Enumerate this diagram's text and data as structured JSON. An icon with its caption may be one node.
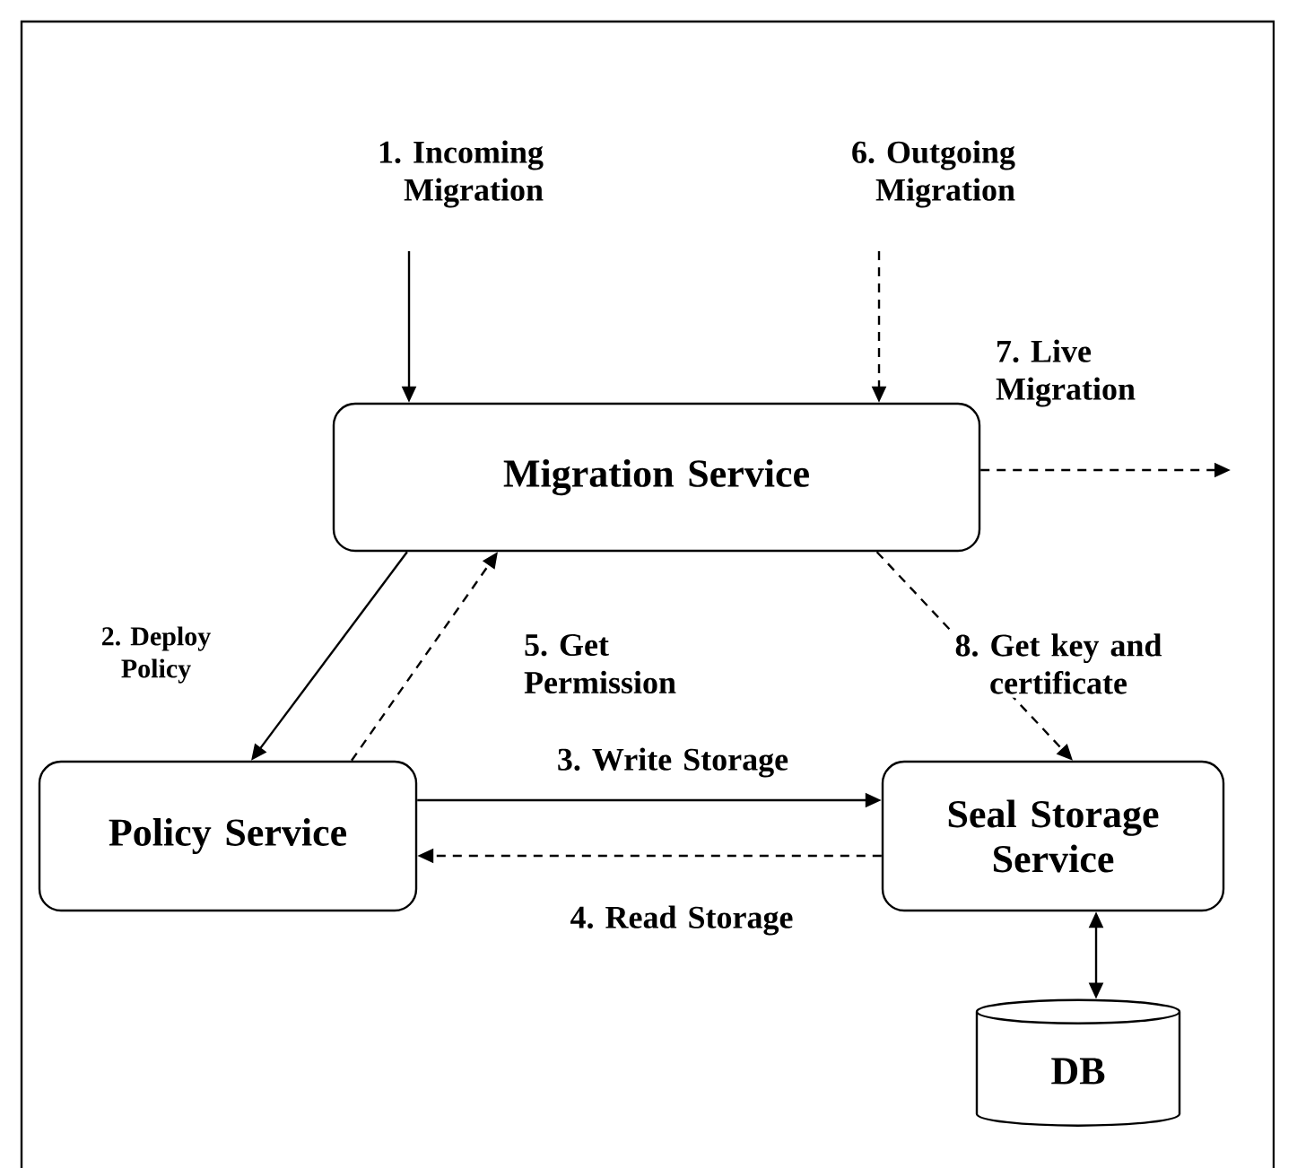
{
  "diagram": {
    "nodes": [
      {
        "text": [
          "Migration Service"
        ]
      },
      {
        "text": [
          "Policy Service"
        ]
      },
      {
        "text": [
          "Seal Storage Service"
        ]
      },
      {
        "text": [
          "DB"
        ]
      }
    ],
    "edges": [
      {
        "from": null,
        "to": 0,
        "arrow": "to",
        "label": "1. Incoming Migration"
      },
      {
        "from": 0,
        "to": 1,
        "arrow": "to",
        "label": "2. Deploy Policy"
      },
      {
        "from": 1,
        "to": 2,
        "arrow": "to",
        "label": "3. Write Storage"
      },
      {
        "from": 2,
        "to": 1,
        "arrow": "to",
        "label": "4. Read Storage",
        "style": "dashed"
      },
      {
        "from": 1,
        "to": 0,
        "arrow": "to",
        "label": "5. Get Permission",
        "style": "dashed"
      },
      {
        "from": null,
        "to": 0,
        "arrow": "to",
        "label": "6. Outgoing Migration",
        "style": "dashed"
      },
      {
        "from": 0,
        "to": null,
        "arrow": "to",
        "label": "7. Live Migration",
        "style": "dashed"
      },
      {
        "from": 0,
        "to": 2,
        "arrow": "to",
        "label": "8. Get key and certificate",
        "style": "dashed"
      },
      {
        "from": 2,
        "to": 3,
        "arrow": "both"
      }
    ]
  }
}
